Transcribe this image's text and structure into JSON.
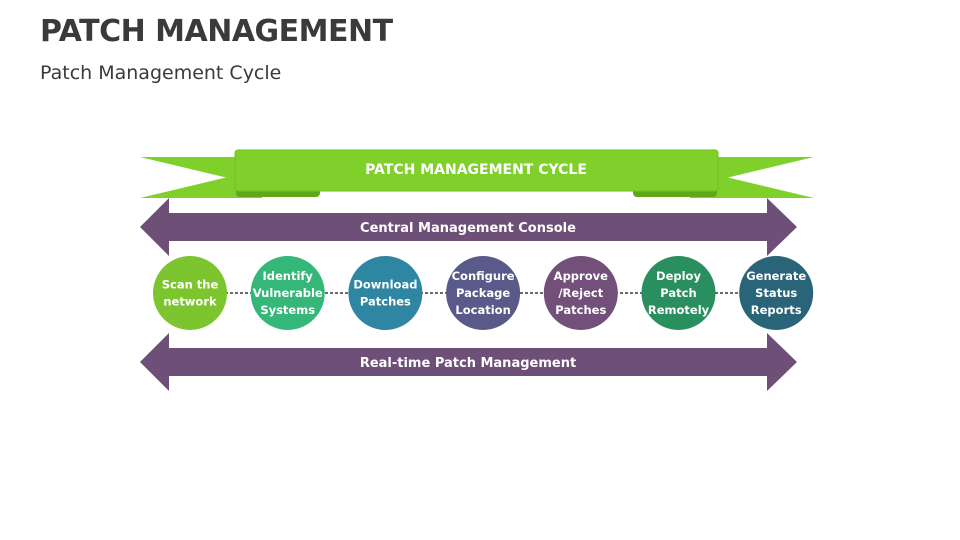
{
  "page": {
    "title": "PATCH MANAGEMENT",
    "subtitle": "Patch Management Cycle"
  },
  "banner": {
    "label": "PATCH MANAGEMENT CYCLE"
  },
  "arrows": {
    "top": "Central Management Console",
    "bottom": "Real-time Patch Management"
  },
  "steps": [
    {
      "lines": [
        "Scan the",
        "network"
      ],
      "color": "#7dc52f"
    },
    {
      "lines": [
        "Identify",
        "Vulnerable",
        "Systems"
      ],
      "color": "#35b77a"
    },
    {
      "lines": [
        "Download",
        "Patches"
      ],
      "color": "#2e86a2"
    },
    {
      "lines": [
        "Configure",
        "Package",
        "Location"
      ],
      "color": "#5a5a8a"
    },
    {
      "lines": [
        "Approve",
        "/Reject",
        "Patches"
      ],
      "color": "#72507a"
    },
    {
      "lines": [
        "Deploy",
        "Patch",
        "Remotely"
      ],
      "color": "#2a8f5e"
    },
    {
      "lines": [
        "Generate",
        "Status",
        "Reports"
      ],
      "color": "#2a6478"
    }
  ],
  "colors": {
    "banner_green": "#7fd02b",
    "banner_dark": "#5fa81a",
    "arrow_purple": "#6e4f78",
    "connector": "#3a3a3a"
  }
}
